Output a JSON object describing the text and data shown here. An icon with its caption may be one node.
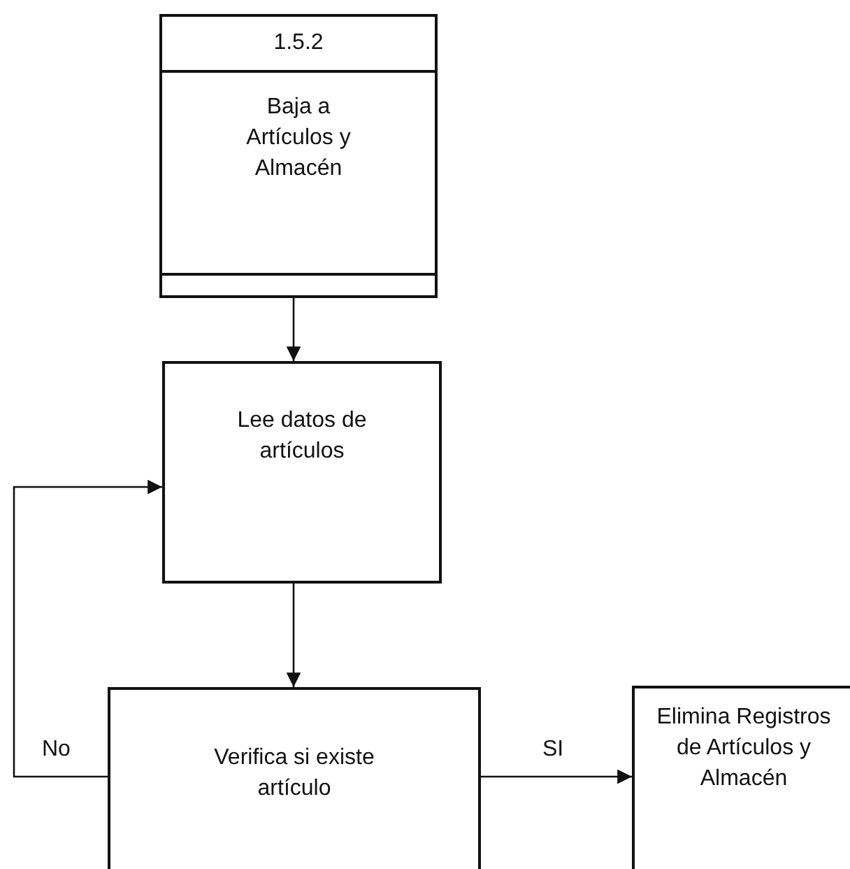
{
  "diagram": {
    "nodes": [
      {
        "text": [
          "1.5.2",
          "Baja a Artículos y Almacén"
        ]
      },
      {
        "text": [
          "Lee datos de artículos"
        ]
      },
      {
        "text": [
          "Verifica si existe artículo"
        ]
      },
      {
        "text": [
          "Elimina Registros de Artículos y Almacén"
        ]
      }
    ],
    "edges": [
      {
        "from": 0,
        "to": 1,
        "arrow": "to"
      },
      {
        "from": 1,
        "to": 2,
        "arrow": "to"
      },
      {
        "from": 2,
        "to": 1,
        "arrow": "to",
        "label": "No"
      },
      {
        "from": 2,
        "to": 3,
        "arrow": "to",
        "label": "SI"
      }
    ]
  }
}
